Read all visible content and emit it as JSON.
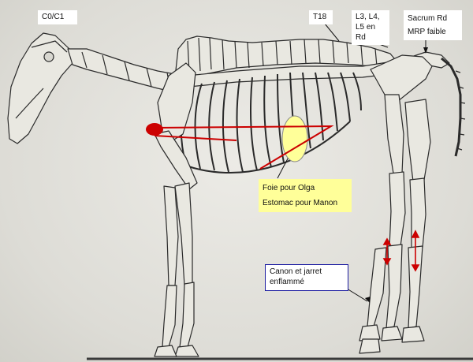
{
  "labels": {
    "c0c1": "C0/C1",
    "t18": "T18",
    "lumbar": [
      "L3, L4,",
      "L5 en",
      "Rd"
    ],
    "sacrum": [
      "Sacrum Rd",
      "MRP faible"
    ],
    "organs": [
      "Foie pour Olga",
      "Estomac pour Manon"
    ],
    "canon": [
      "Canon et jarret",
      "enflammé"
    ]
  },
  "colors": {
    "bone": "#e9e8e1",
    "outline": "#2a2a2a",
    "marker": "#cc0000",
    "highlight": "#ffff99",
    "label_border": "#1a1aa0"
  }
}
